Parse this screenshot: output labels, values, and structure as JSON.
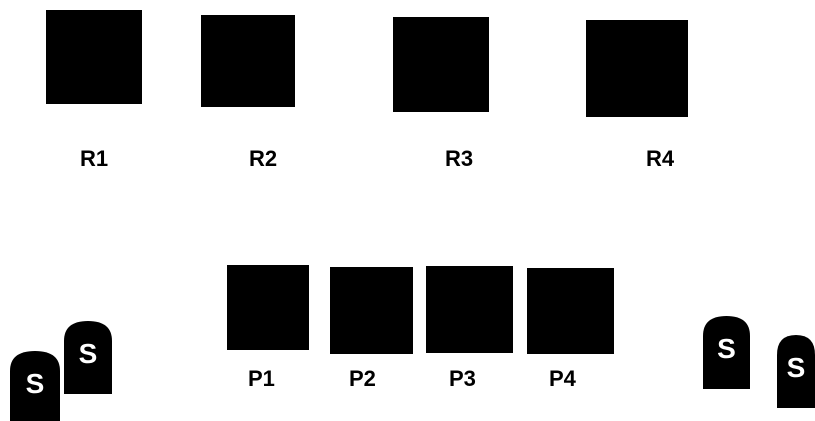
{
  "top_row": {
    "items": [
      {
        "label": "R1"
      },
      {
        "label": "R2"
      },
      {
        "label": "R3"
      },
      {
        "label": "R4"
      }
    ]
  },
  "bottom_row": {
    "items": [
      {
        "label": "P1"
      },
      {
        "label": "P2"
      },
      {
        "label": "P3"
      },
      {
        "label": "P4"
      }
    ]
  },
  "tags": {
    "letter": "S",
    "count": 4
  },
  "colors": {
    "block": "#000000",
    "background": "#ffffff",
    "tag_letter": "#ffffff"
  }
}
